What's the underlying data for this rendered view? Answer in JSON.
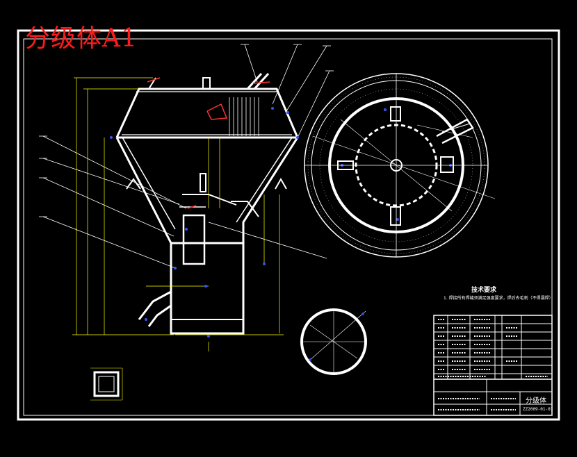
{
  "drawing": {
    "title_overlay": "分级体A1",
    "technical_requirements_title": "技术要求",
    "technical_requirements_note": "1. 焊接所有焊缝须满足强度要求，焊后去毛刺（不得漏焊）",
    "part_name": "分级体",
    "drawing_code": "ZZ2009-01-01"
  },
  "colors": {
    "background": "#000000",
    "lines": "#ffffff",
    "dimensions": "#ffff00",
    "markers": "#3355ff",
    "title_overlay": "#ff1a1a",
    "accent": "#ff3333"
  }
}
